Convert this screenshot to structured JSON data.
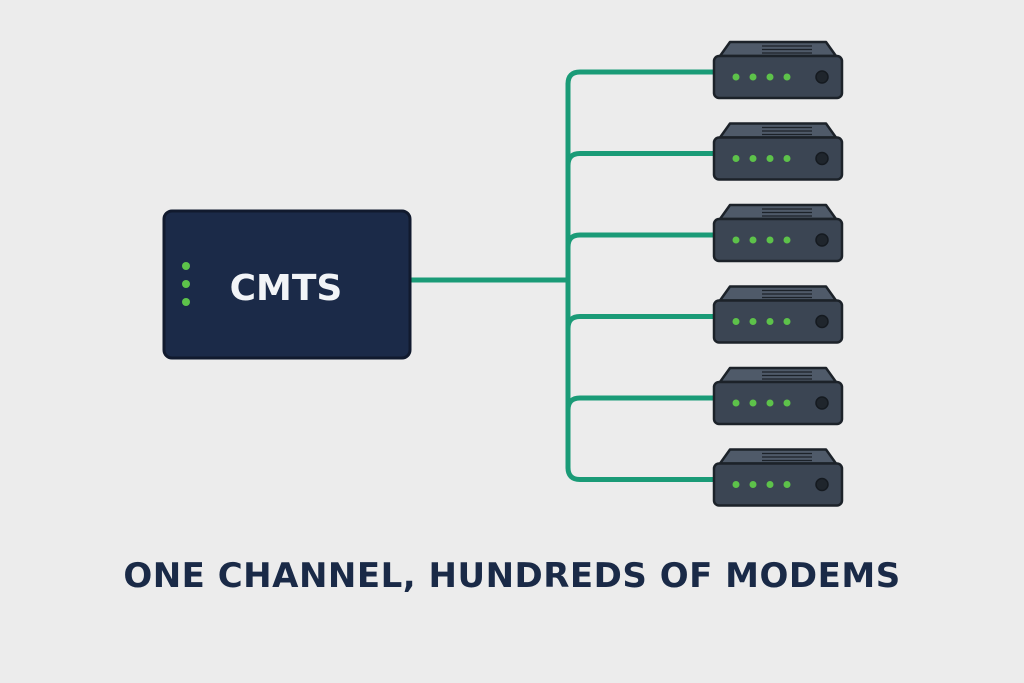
{
  "diagram": {
    "hub": {
      "label": "CMTS",
      "indicator_count": 3
    },
    "modem_count": 6,
    "caption": "ONE CHANNEL, HUNDREDS OF MODEMS"
  },
  "colors": {
    "background": "#ececec",
    "hub_fill": "#1b2a48",
    "hub_stroke": "#111a2e",
    "link": "#1a9b77",
    "modem_body": "#3b4553",
    "modem_top": "#4f5a69",
    "modem_stroke": "#1c2229",
    "led": "#5dc24a",
    "text_dark": "#1a2a47"
  }
}
